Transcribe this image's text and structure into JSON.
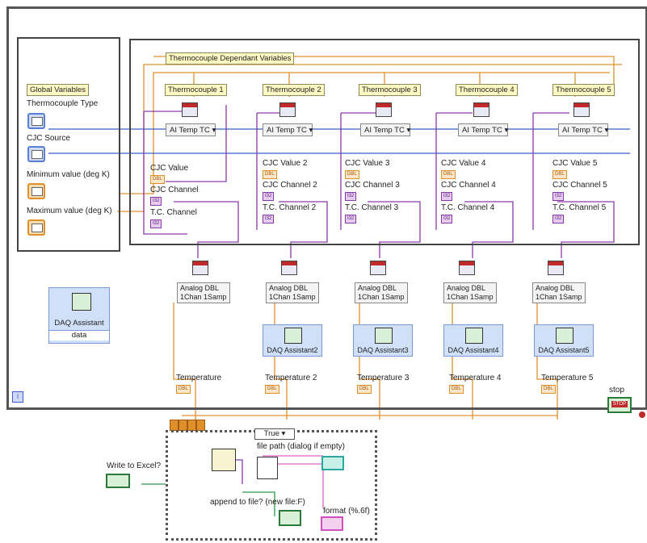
{
  "global": {
    "title": "Global Variables",
    "thermocouple_type": "Thermocouple Type",
    "cjc_source": "CJC Source",
    "min_value": "Minimum value (deg K)",
    "max_value": "Maximum value (deg K)"
  },
  "dependant": {
    "title": "Thermocouple Dependant Variables",
    "channels": [
      {
        "name": "Thermocouple 1",
        "cjc_value": "CJC Value",
        "cjc_channel": "CJC Channel",
        "tc_channel": "T.C. Channel",
        "daq": "",
        "temp": "Temperature"
      },
      {
        "name": "Thermocouple 2",
        "cjc_value": "CJC Value 2",
        "cjc_channel": "CJC Channel 2",
        "tc_channel": "T.C. Channel 2",
        "daq": "DAQ Assistant2",
        "temp": "Temperature 2"
      },
      {
        "name": "Thermocouple 3",
        "cjc_value": "CJC Value 3",
        "cjc_channel": "CJC Channel 3",
        "tc_channel": "T.C. Channel 3",
        "daq": "DAQ Assistant3",
        "temp": "Temperature 3"
      },
      {
        "name": "Thermocouple 4",
        "cjc_value": "CJC Value 4",
        "cjc_channel": "CJC Channel 4",
        "tc_channel": "T.C. Channel 4",
        "daq": "DAQ Assistant4",
        "temp": "Temperature 4"
      },
      {
        "name": "Thermocouple 5",
        "cjc_value": "CJC Value 5",
        "cjc_channel": "CJC Channel 5",
        "tc_channel": "T.C. Channel 5",
        "daq": "DAQ Assistant5",
        "temp": "Temperature 5"
      }
    ],
    "ai_temp_label": "AI Temp TC",
    "analog_line1": "Analog DBL",
    "analog_line2": "1Chan 1Samp",
    "term_dbl": "DBL",
    "term_i32": "I32"
  },
  "daq_main": {
    "title": "DAQ Assistant",
    "data": "data"
  },
  "stop": {
    "label": "stop",
    "btn": "STOP"
  },
  "loop_iter": "i",
  "case": {
    "selector": "True",
    "write_excel": "Write to Excel?",
    "file_path": "file path (dialog if empty)",
    "append": "append to file? (new file:F)",
    "format": "format (%.6f)"
  }
}
